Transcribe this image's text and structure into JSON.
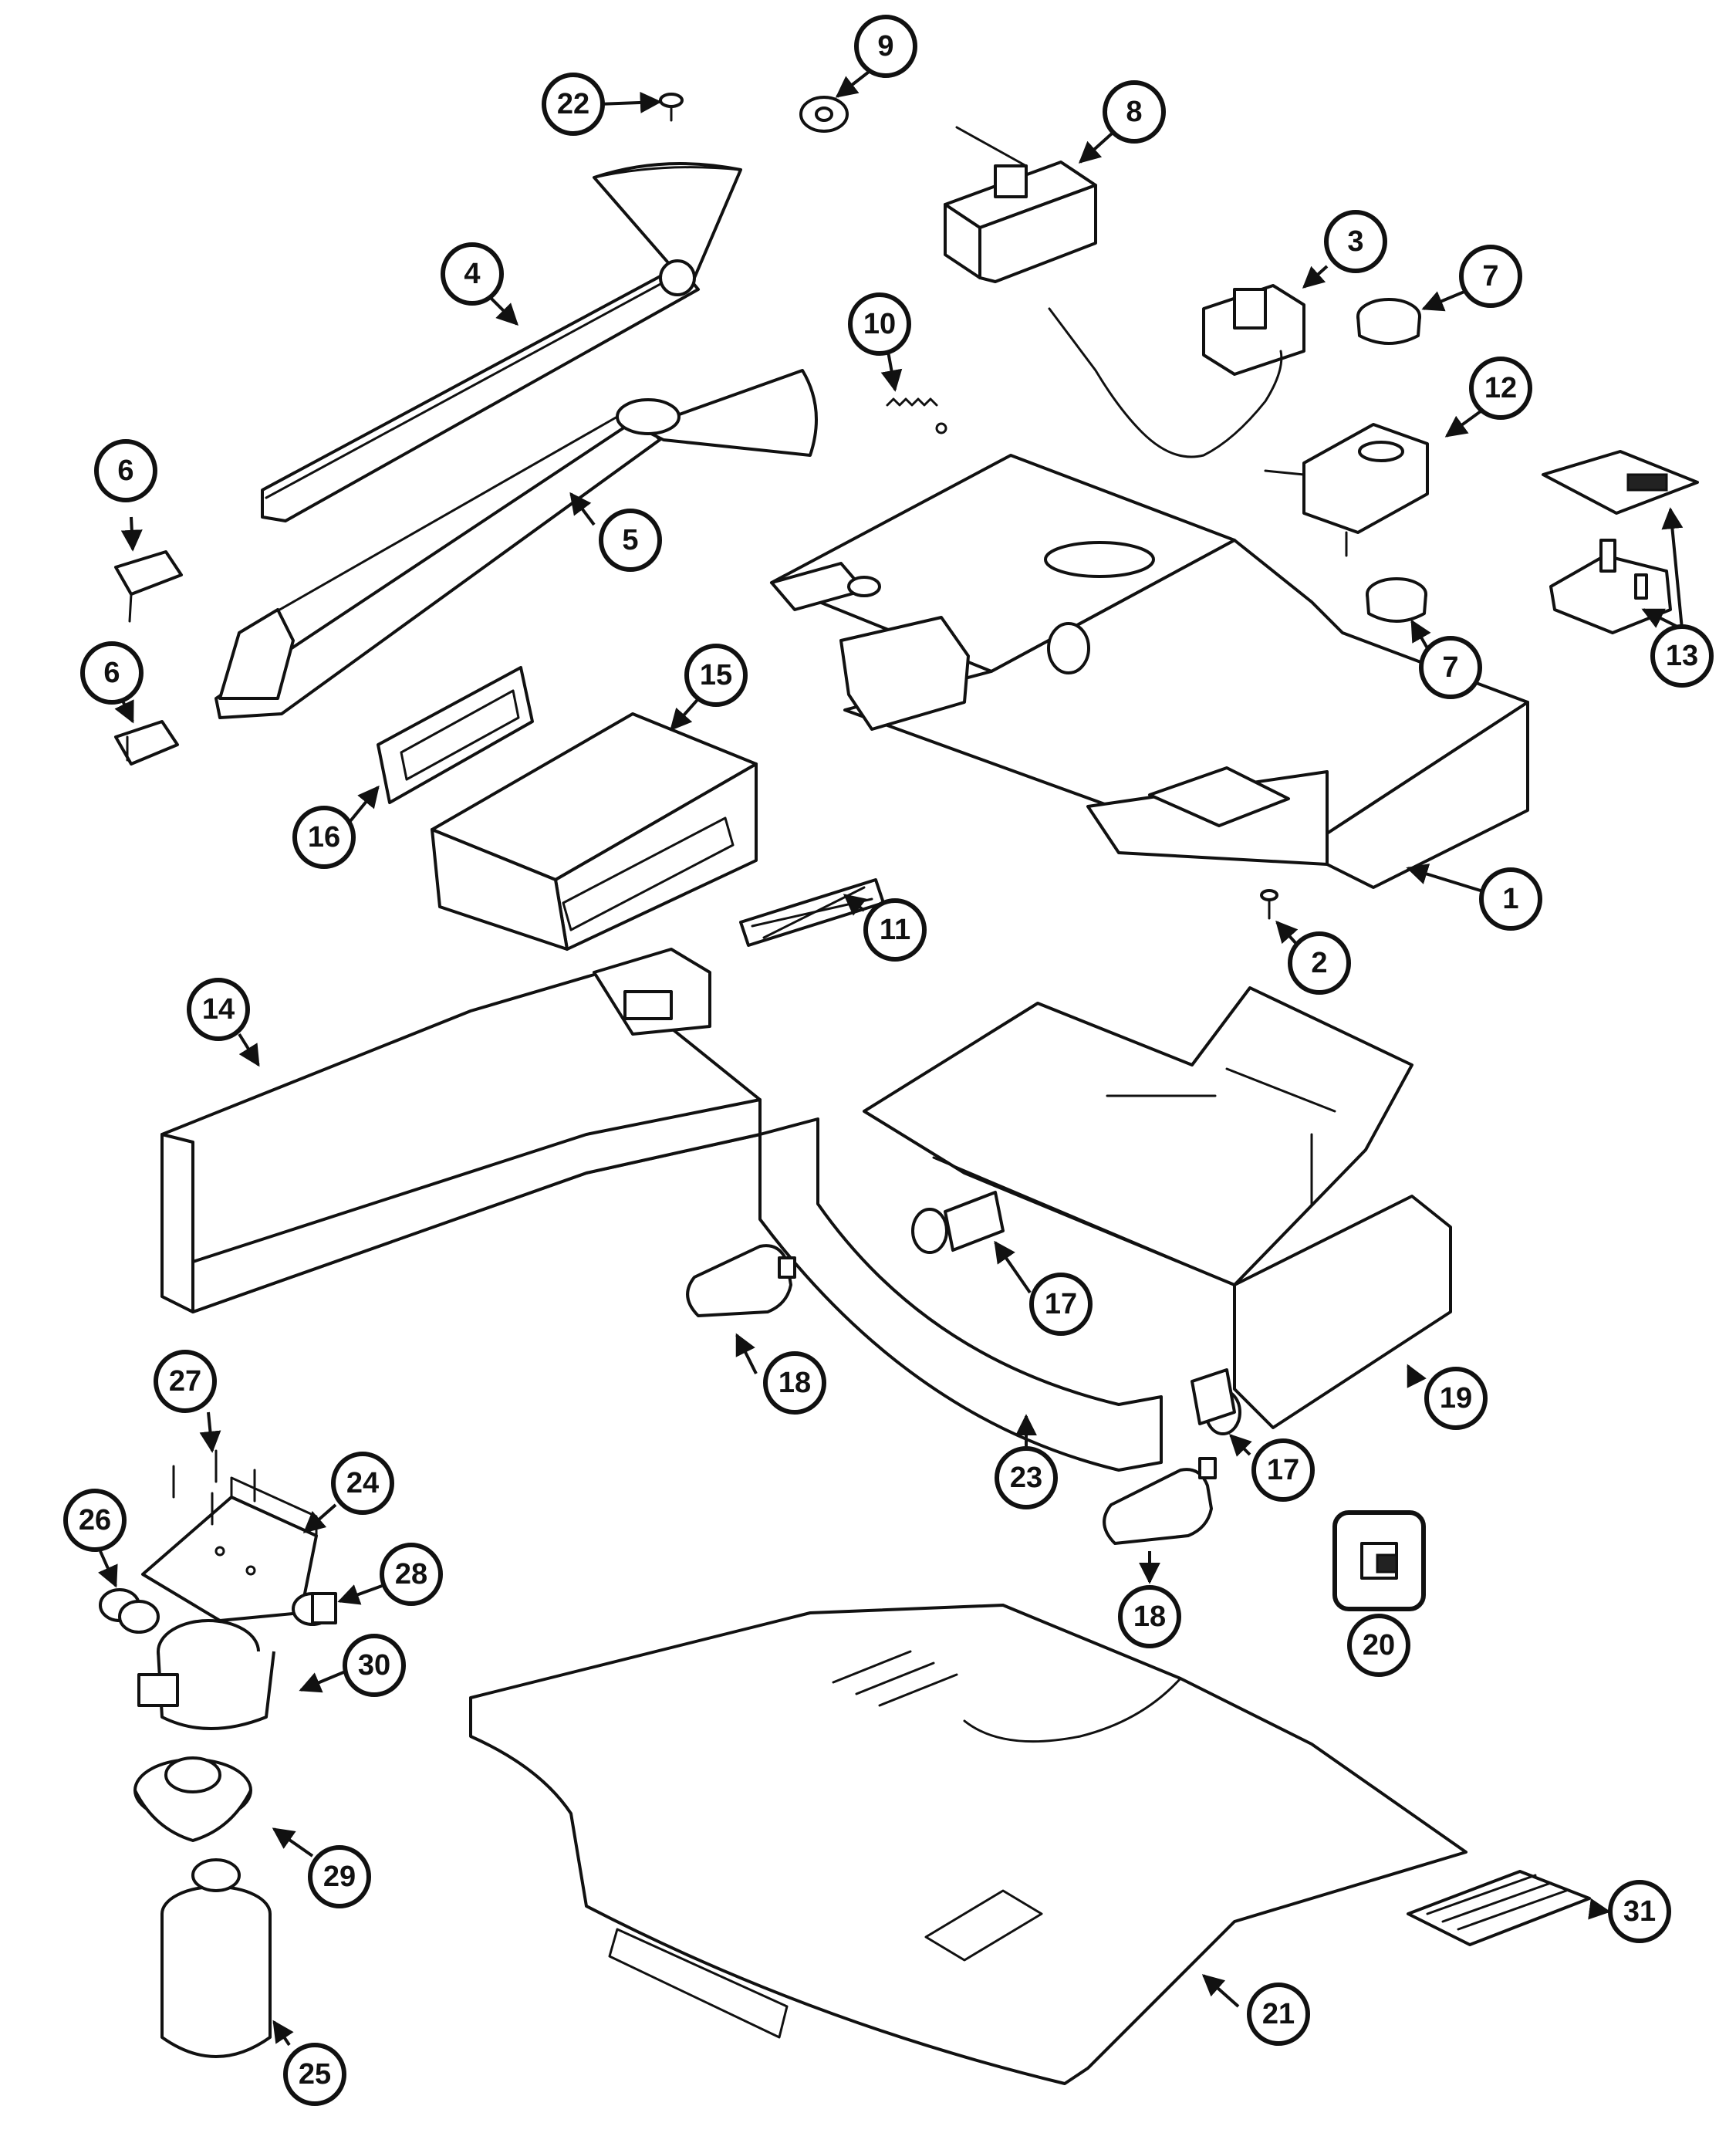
{
  "diagram": {
    "callouts": [
      "1",
      "2",
      "3",
      "4",
      "5",
      "6",
      "6",
      "7",
      "7",
      "8",
      "9",
      "10",
      "11",
      "12",
      "13",
      "14",
      "15",
      "16",
      "17",
      "17",
      "18",
      "18",
      "19",
      "20",
      "21",
      "22",
      "23",
      "24",
      "25",
      "26",
      "27",
      "28",
      "29",
      "30",
      "31"
    ]
  },
  "colors": {
    "line": "#111111",
    "background": "#ffffff"
  }
}
